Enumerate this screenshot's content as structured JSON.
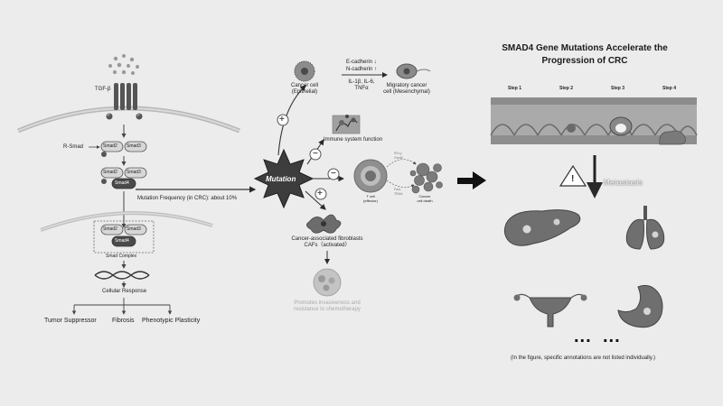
{
  "header": {
    "title_line1": "SMAD4 Gene Mutations Accelerate the",
    "title_line2": "Progression of CRC"
  },
  "steps": [
    "Step 1",
    "Step 2",
    "Step 3",
    "Step 4"
  ],
  "signaling": {
    "ligand": "TGF-β",
    "receptor_marker": "P",
    "r_smad_label": "R-Smad",
    "smad2": "Smad2",
    "smad3": "Smad3",
    "smad4": "Smad4",
    "complex_label": "Smad Complex",
    "cellular_response": "Cellular Response",
    "outcomes": [
      "Tumor Suppressor",
      "Fibrosis",
      "Phenotypic Plasticity"
    ]
  },
  "mutation": {
    "label": "Mutation",
    "frequency_text": "Mutation Frequency (in CRC):  about 10%"
  },
  "emt": {
    "epithelial_label_1": "Cancer cell",
    "epithelial_label_2": "(Epithelial)",
    "ecad": "E-cadherin ↓",
    "ncad": "N-cadherin ↑",
    "cytokines_1": "IL-1β, IL-6,",
    "cytokines_2": "TNFα",
    "mesenchymal_label_1": "Migratory cancer",
    "mesenchymal_label_2": "cell (Mesenchymal)"
  },
  "immune": {
    "label": "Immune system function",
    "tcell_1": "T cell",
    "tcell_2": "(effector)",
    "death_1": "Cancer",
    "death_2": "cell death",
    "ifn": "IFN-γ",
    "gzmb": "GzmB",
    "fasl": "FasL",
    "trail": "TRAIL"
  },
  "caf": {
    "label_1": "Cancer-associated fibroblasts",
    "label_2": "CAFs（activated）",
    "result_1": "Promotes invasiveness and",
    "result_2": "resistance to chemotherapy"
  },
  "signs": {
    "plus": "+",
    "minus": "−"
  },
  "metastasis": {
    "label": "Metastasis",
    "warning_symbol": "!",
    "ellipsis_1": "...",
    "ellipsis_2": "...",
    "note": "(In the figure, specific annotations are not listed individually.)"
  },
  "colors": {
    "background": "#ececec",
    "arrow": "#1a1a1a",
    "organ_fill": "#6a6a6a",
    "star_fill": "#3d3d3d"
  }
}
